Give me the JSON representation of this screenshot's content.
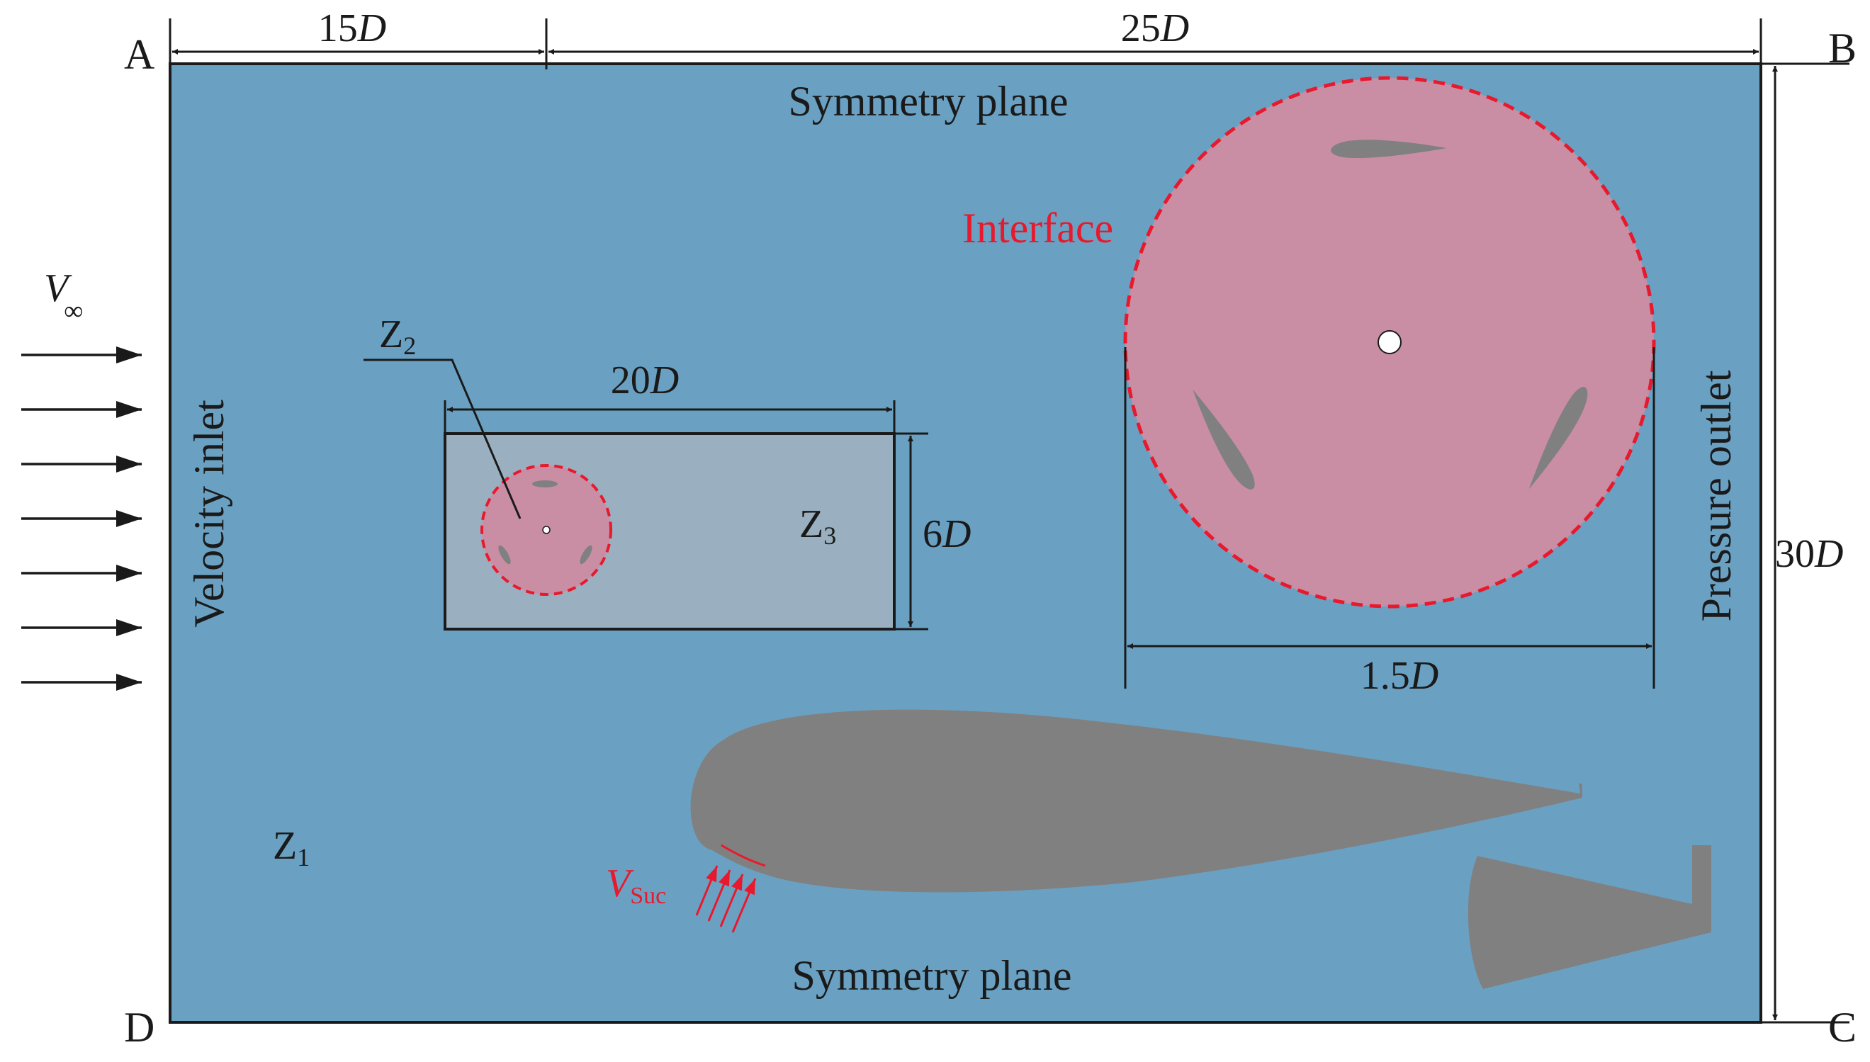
{
  "corners": {
    "a": "A",
    "b": "B",
    "c": "C",
    "d": "D"
  },
  "dimensions": {
    "inlet_length": {
      "num": "15",
      "unit": "D"
    },
    "outlet_length": {
      "num": "25",
      "unit": "D"
    },
    "domain_height": {
      "num": "30",
      "unit": "D"
    },
    "refinement_width": {
      "num": "20",
      "unit": "D"
    },
    "refinement_height": {
      "num": "6",
      "unit": "D"
    },
    "rotor_diameter": {
      "num": "1.5",
      "unit": "D"
    }
  },
  "boundaries": {
    "top": "Symmetry plane",
    "bottom": "Symmetry plane",
    "left": "Velocity inlet",
    "right": "Pressure outlet",
    "interface": "Interface"
  },
  "zones": {
    "z1": {
      "base": "Z",
      "sub": "1"
    },
    "z2": {
      "base": "Z",
      "sub": "2"
    },
    "z3": {
      "base": "Z",
      "sub": "3"
    }
  },
  "velocities": {
    "freestream": {
      "base": "V",
      "sub": "∞"
    },
    "suction": {
      "base": "V",
      "sub": "Suc"
    }
  },
  "colors": {
    "domain": "#6aa1c3",
    "refinement": "#9aafbf",
    "rotor": "#c98ea4",
    "interface": "#e8192c",
    "body": "#808080",
    "line": "#1a1a1a"
  }
}
